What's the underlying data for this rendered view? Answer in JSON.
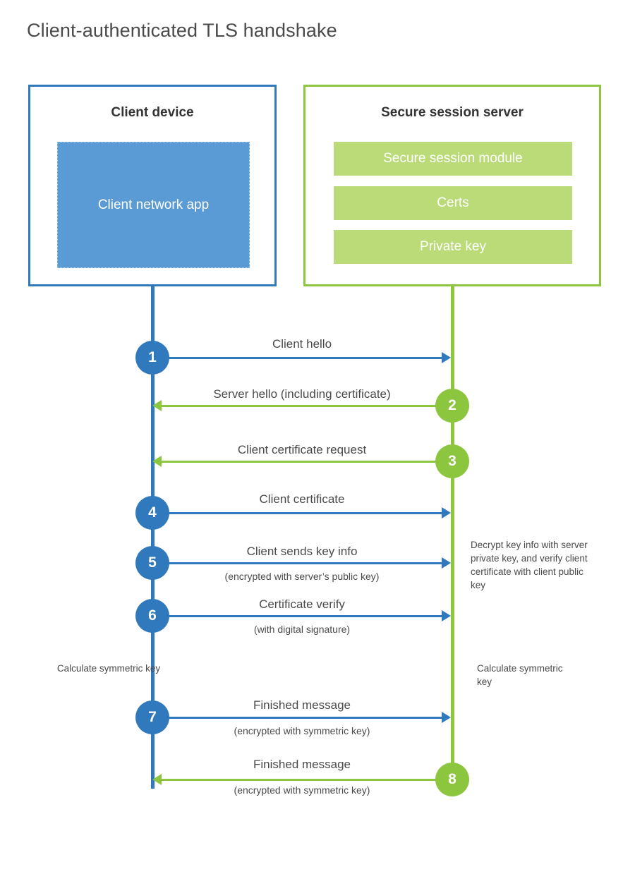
{
  "title": "Client-authenticated TLS handshake",
  "colors": {
    "client_blue": "#3079BC",
    "client_app_fill": "#5B9BD5",
    "server_green": "#8CC63E",
    "server_bar_fill": "#BADB78",
    "text": "#4a4a4a",
    "background": "#ffffff"
  },
  "client": {
    "title": "Client device",
    "app_label": "Client network app"
  },
  "server": {
    "title": "Secure session server",
    "components": [
      "Secure session module",
      "Certs",
      "Private key"
    ]
  },
  "steps": [
    {
      "number": "1",
      "label": "Client hello",
      "sublabel": "",
      "direction": "client-to-server",
      "actor": "client"
    },
    {
      "number": "2",
      "label": "Server hello (including certificate)",
      "sublabel": "",
      "direction": "server-to-client",
      "actor": "server"
    },
    {
      "number": "3",
      "label": "Client certificate request",
      "sublabel": "",
      "direction": "server-to-client",
      "actor": "server"
    },
    {
      "number": "4",
      "label": "Client certificate",
      "sublabel": "",
      "direction": "client-to-server",
      "actor": "client"
    },
    {
      "number": "5",
      "label": "Client sends key info",
      "sublabel": "(encrypted with server’s public key)",
      "direction": "client-to-server",
      "actor": "client"
    },
    {
      "number": "6",
      "label": "Certificate verify",
      "sublabel": "(with digital signature)",
      "direction": "client-to-server",
      "actor": "client"
    },
    {
      "number": "7",
      "label": "Finished message",
      "sublabel": "(encrypted with symmetric key)",
      "direction": "client-to-server",
      "actor": "client"
    },
    {
      "number": "8",
      "label": "Finished message",
      "sublabel": "(encrypted with symmetric key)",
      "direction": "server-to-client",
      "actor": "server"
    }
  ],
  "notes": {
    "server_decrypt": "Decrypt key info with server private key, and verify client certificate with client public key",
    "client_calculate": "Calculate symmetric key",
    "server_calculate": "Calculate symmetric key"
  }
}
